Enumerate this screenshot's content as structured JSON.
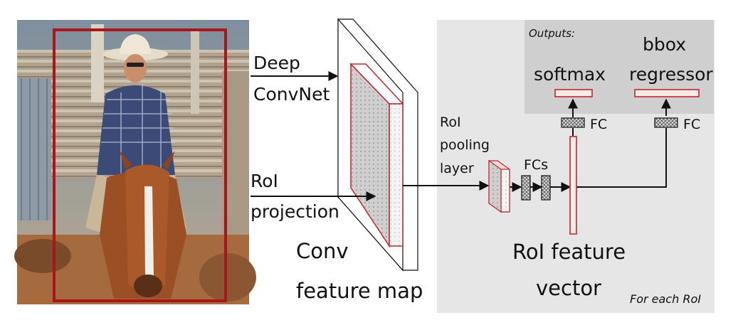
{
  "labels": {
    "deep": "Deep",
    "convnet": "ConvNet",
    "roi": "RoI",
    "projection": "projection",
    "conv": "Conv",
    "feature_map": "feature map",
    "roi_pooling_1": "RoI",
    "roi_pooling_2": "pooling",
    "roi_pooling_3": "layer",
    "fcs": "FCs",
    "fc_left": "FC",
    "fc_right": "FC",
    "outputs": "Outputs:",
    "softmax": "softmax",
    "bbox_1": "bbox",
    "bbox_2": "regressor",
    "feature_vector_1": "RoI feature",
    "feature_vector_2": "vector",
    "for_each": "For each RoI"
  },
  "colors": {
    "panel": "#e6e6e6",
    "outputs_panel": "#cfcfcf",
    "red": "#c0272d",
    "dark_red": "#a8161b",
    "line": "#111111"
  }
}
